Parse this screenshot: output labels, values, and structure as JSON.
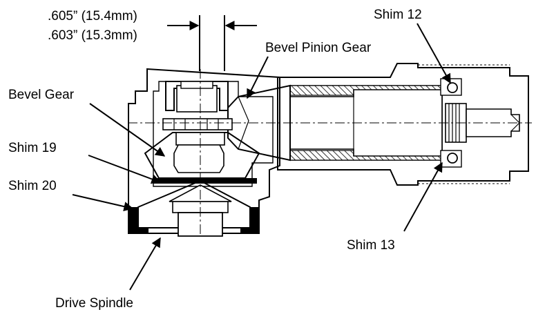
{
  "labels": {
    "dim_top": ".605” (15.4mm)",
    "dim_bottom": ".603” (15.3mm)",
    "bevel_pinion_gear": "Bevel Pinion Gear",
    "bevel_gear": "Bevel Gear",
    "shim_19": "Shim 19",
    "shim_20": "Shim 20",
    "shim_12": "Shim 12",
    "shim_13": "Shim 13",
    "drive_spindle": "Drive Spindle"
  }
}
